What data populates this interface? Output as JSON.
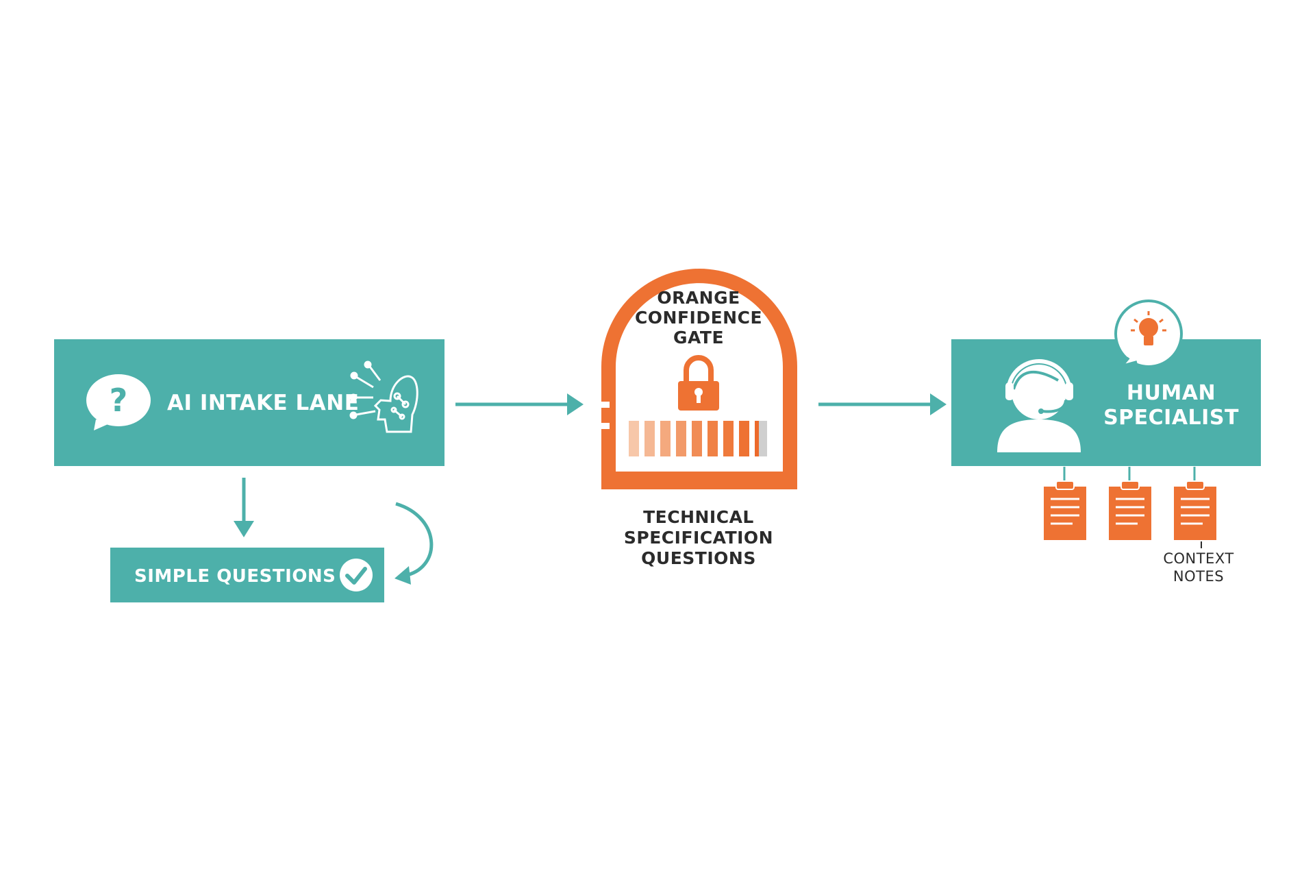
{
  "ai_intake_lane": {
    "label": "AI INTAKE LANE",
    "icons": [
      "question-bubble-icon",
      "ai-head-icon"
    ]
  },
  "simple_questions": {
    "label": "SIMPLE QUESTIONS",
    "icons": [
      "check-circle-icon"
    ]
  },
  "confidence_gate": {
    "label_lines": [
      "ORANGE",
      "CONFIDENCE",
      "GATE"
    ],
    "icons": [
      "padlock-icon"
    ],
    "meter_segments": 10,
    "meter_filled": 9
  },
  "technical_questions": {
    "label_lines": [
      "TECHNICAL",
      "SPECIFICATION",
      "QUESTIONS"
    ]
  },
  "human_specialist": {
    "label_lines": [
      "HUMAN",
      "SPECIALIST"
    ],
    "icons": [
      "headset-agent-icon",
      "lightbulb-bubble-icon"
    ]
  },
  "context_notes": {
    "label_lines": [
      "CONTEXT",
      "NOTES"
    ],
    "count": 3,
    "icons": [
      "clipboard-icon"
    ]
  },
  "colors": {
    "teal": "#4DB0AA",
    "orange": "#EE7233",
    "text_dark": "#2B2B2B",
    "meter_empty": "#CFCFCF"
  }
}
